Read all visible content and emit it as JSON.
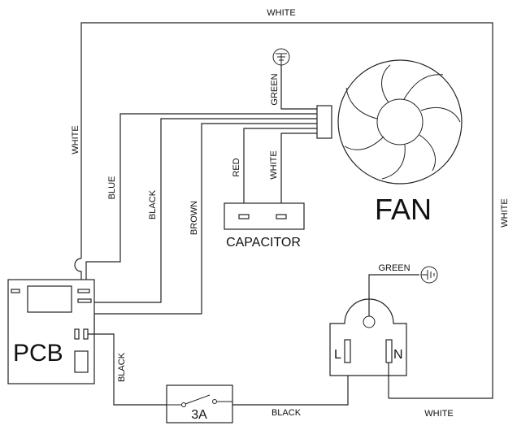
{
  "diagram": {
    "wire_labels": {
      "top_white": "WHITE",
      "left_white": "WHITE",
      "right_white": "WHITE",
      "blue": "BLUE",
      "black_upper": "BLACK",
      "brown": "BROWN",
      "green_fan": "GREEN",
      "red": "RED",
      "white_capacitor": "WHITE",
      "green_plug": "GREEN",
      "black_pcb": "BLACK",
      "black_bottom": "BLACK",
      "white_bottom": "WHITE"
    },
    "components": {
      "fan": "FAN",
      "capacitor": "CAPACITOR",
      "pcb": "PCB",
      "fuse": "3A",
      "plug_live": "L",
      "plug_neutral": "N"
    }
  }
}
